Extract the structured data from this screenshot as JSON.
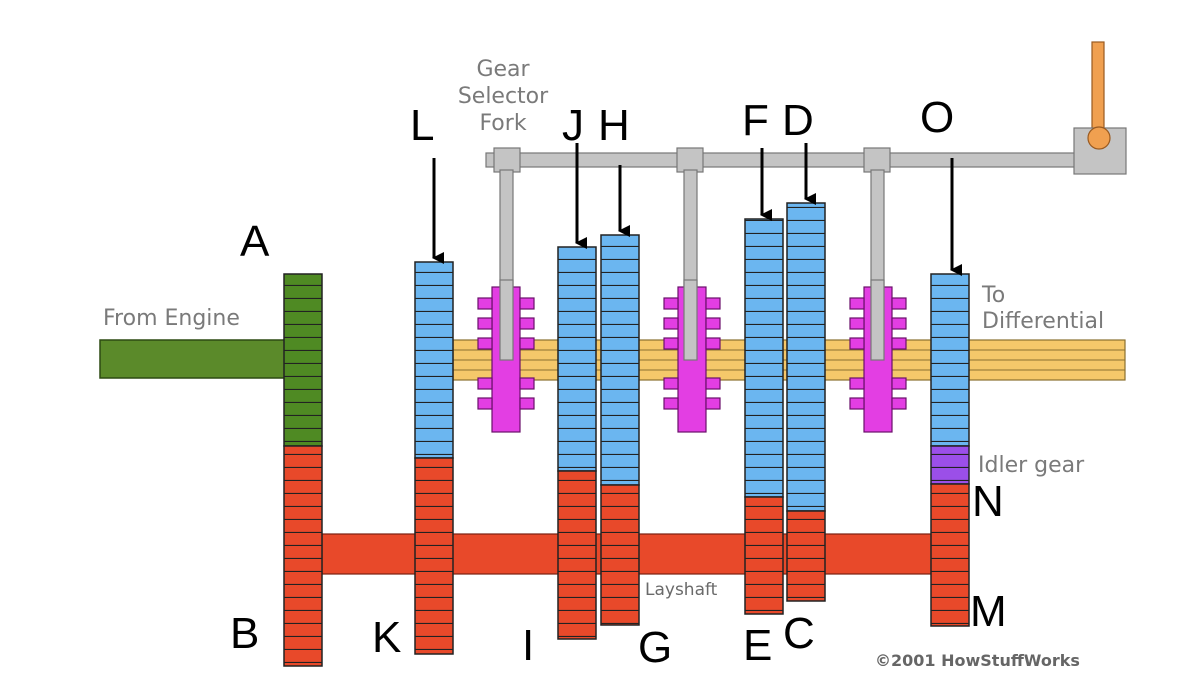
{
  "labels": {
    "gear_selector_fork": [
      "Gear",
      "Selector",
      "Fork"
    ],
    "from_engine": "From Engine",
    "to_differential": [
      "To",
      "Differential"
    ],
    "idler_gear": "Idler gear",
    "layshaft": "Layshaft",
    "copyright": "©2001 HowStuffWorks"
  },
  "letters": {
    "A": "A",
    "B": "B",
    "C": "C",
    "D": "D",
    "E": "E",
    "F": "F",
    "G": "G",
    "H": "H",
    "I": "I",
    "J": "J",
    "K": "K",
    "L": "L",
    "M": "M",
    "N": "N",
    "O": "O"
  },
  "colors": {
    "input_shaft": "#5b8a2a",
    "input_gear": "#4f8a23",
    "blue_gear": "#6bb6f0",
    "red_gear": "#e8492a",
    "output_shaft": "#f5c86a",
    "collar": "#e33ee3",
    "idler": "#9b4fe8",
    "rod": "#b8b8b8",
    "lever": "#f0a050",
    "outline": "#222222"
  }
}
